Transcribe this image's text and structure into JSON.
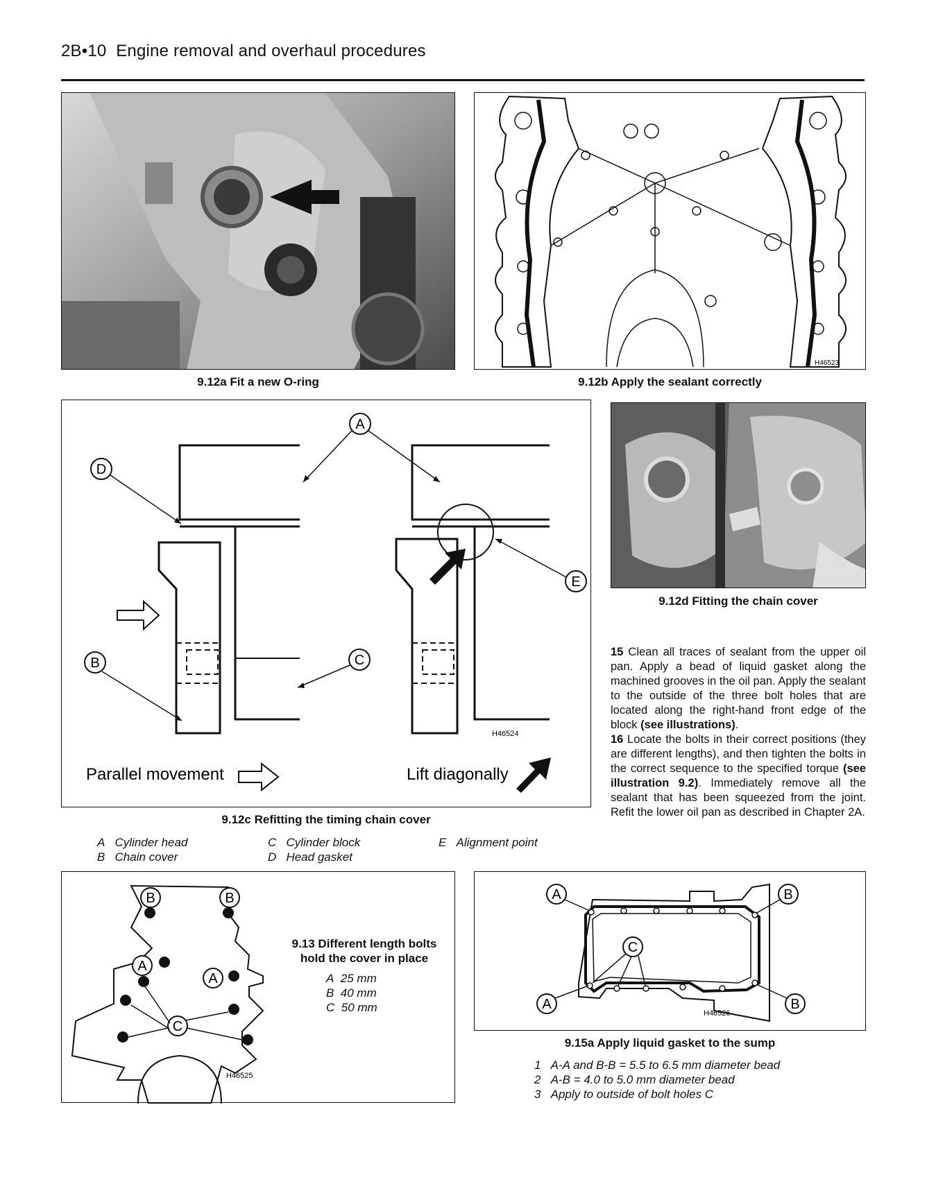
{
  "header": {
    "page_ref": "2B•10",
    "title": "Engine removal and overhaul procedures"
  },
  "figures": {
    "f912a": {
      "caption": "9.12a Fit a new O-ring"
    },
    "f912b": {
      "caption": "9.12b Apply the sealant correctly",
      "code": "H46523"
    },
    "f912c": {
      "caption": "9.12c Refitting the timing chain cover",
      "code": "H46524",
      "label_parallel": "Parallel movement",
      "label_lift": "Lift diagonally",
      "callouts": [
        "A",
        "B",
        "C",
        "D",
        "E"
      ],
      "legend": [
        {
          "key": "A",
          "text": "Cylinder head"
        },
        {
          "key": "B",
          "text": "Chain cover"
        },
        {
          "key": "C",
          "text": "Cylinder block"
        },
        {
          "key": "D",
          "text": "Head gasket"
        },
        {
          "key": "E",
          "text": "Alignment point"
        }
      ]
    },
    "f912d": {
      "caption": "9.12d Fitting the chain cover"
    },
    "f913": {
      "caption_line1": "9.13 Different length bolts",
      "caption_line2": "hold the cover in place",
      "code": "H46525",
      "callouts": [
        "A",
        "B",
        "C"
      ],
      "legend": [
        {
          "key": "A",
          "text": "25 mm"
        },
        {
          "key": "B",
          "text": "40 mm"
        },
        {
          "key": "C",
          "text": "50 mm"
        }
      ]
    },
    "f915a": {
      "caption": "9.15a Apply liquid gasket to the sump",
      "code": "H46526",
      "callouts": [
        "A",
        "B",
        "C"
      ],
      "legend": [
        {
          "key": "1",
          "text": "A-A and B-B = 5.5 to 6.5 mm diameter bead"
        },
        {
          "key": "2",
          "text": "A-B = 4.0 to 5.0 mm diameter bead"
        },
        {
          "key": "3",
          "text": "Apply to outside of bolt holes C"
        }
      ]
    }
  },
  "steps": {
    "s15_num": "15",
    "s15_text": "Clean all traces of sealant from the upper oil pan. Apply a bead of liquid gasket along the machined grooves in the oil pan. Apply the sealant to the outside of the three bolt holes that are located along the right-hand front edge of the block",
    "s15_ref": "(see illustrations)",
    "s16_num": "16",
    "s16_text": "Locate the bolts in their correct positions (they are different lengths), and then tighten the bolts in the correct sequence to the specified torque",
    "s16_ref": "(see illustration 9.2)",
    "s16_text2": "Immediately remove all the sealant that has been squeezed from the joint. Refit the lower oil pan as described in Chapter 2A."
  }
}
